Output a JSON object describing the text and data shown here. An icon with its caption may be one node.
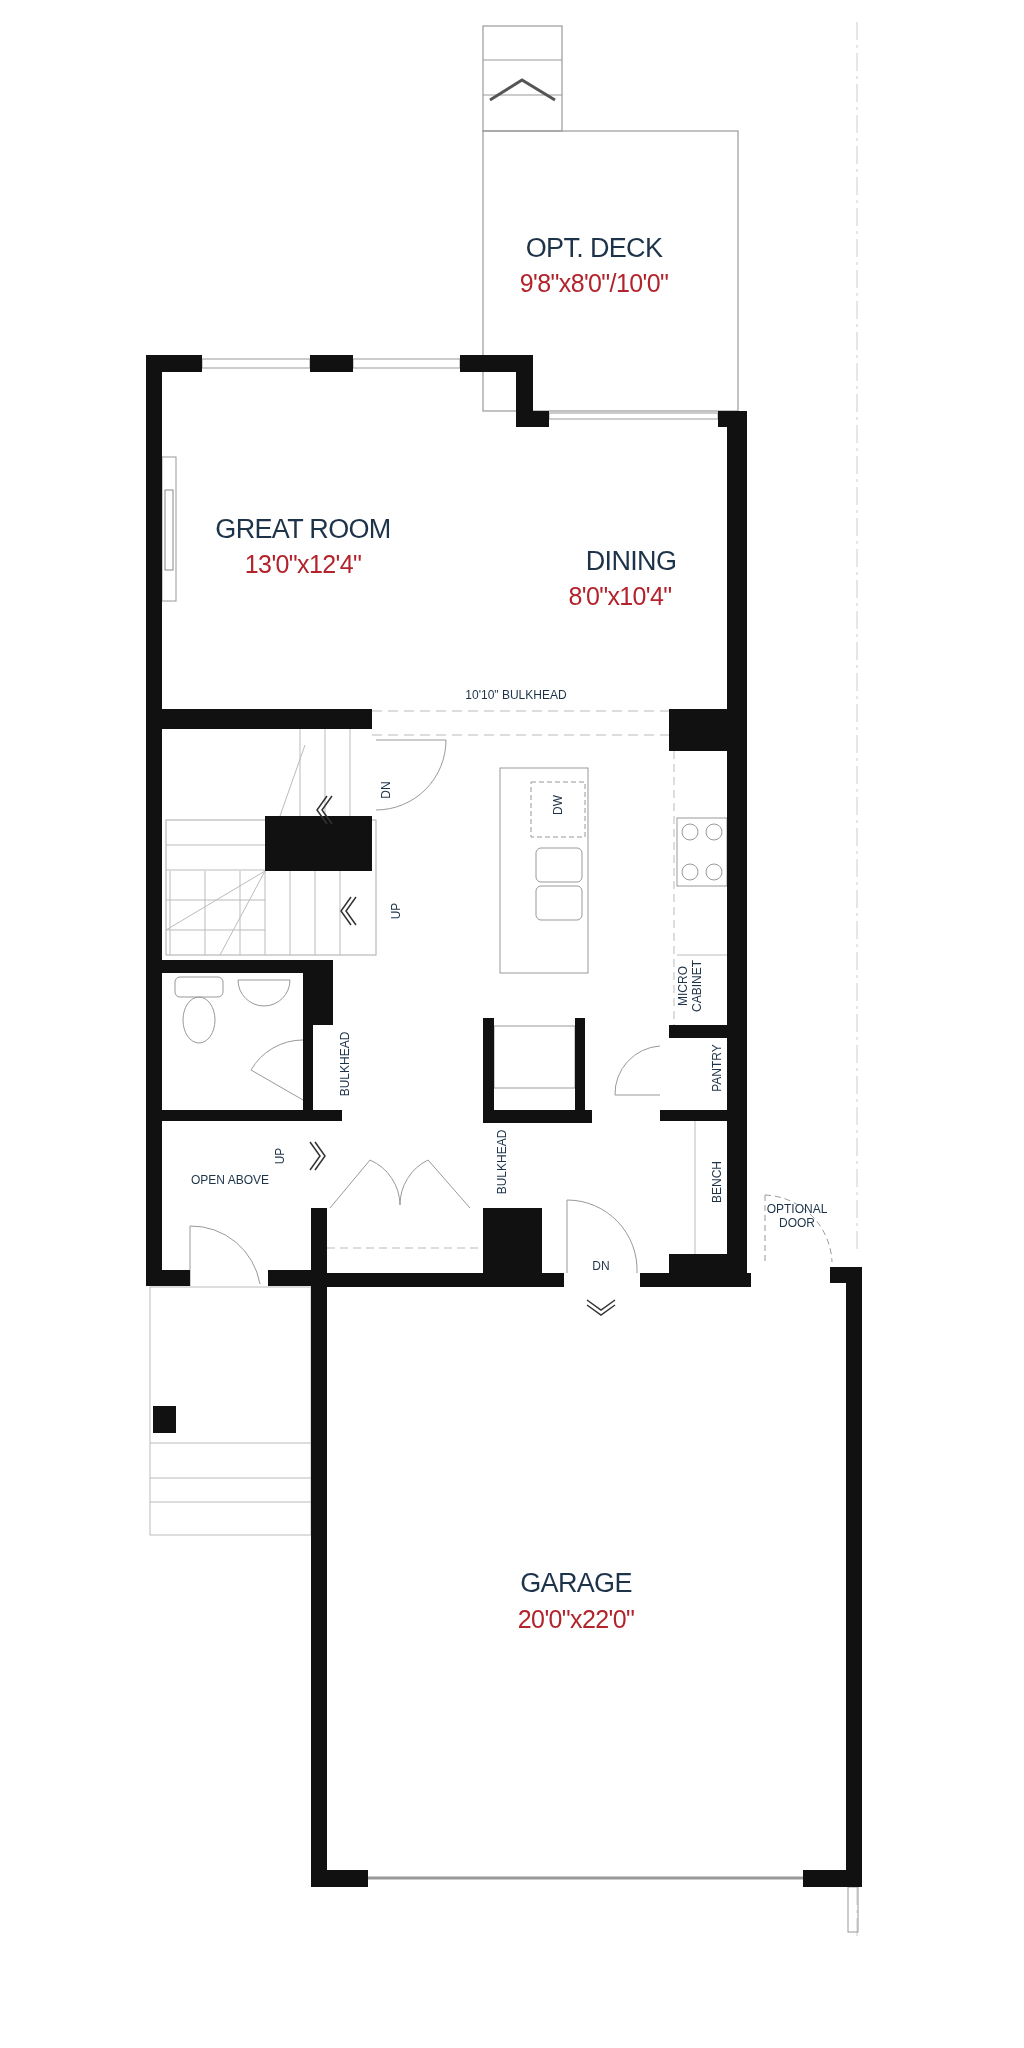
{
  "diagram": {
    "labels": [
      "OPT. DECK",
      "9'8\"x8'0\"/10'0\"",
      "GREAT ROOM",
      "13'0\"x12'4\"",
      "DINING",
      "8'0\"x10'4\"",
      "10'10\" BULKHEAD",
      "DN",
      "DW",
      "UP",
      "MICRO CABINET",
      "BULKHEAD",
      "PANTRY",
      "OPEN ABOVE",
      "UP",
      "BULKHEAD",
      "BENCH",
      "OPTIONAL DOOR",
      "DN",
      "GARAGE",
      "20'0\"x22'0\""
    ]
  }
}
